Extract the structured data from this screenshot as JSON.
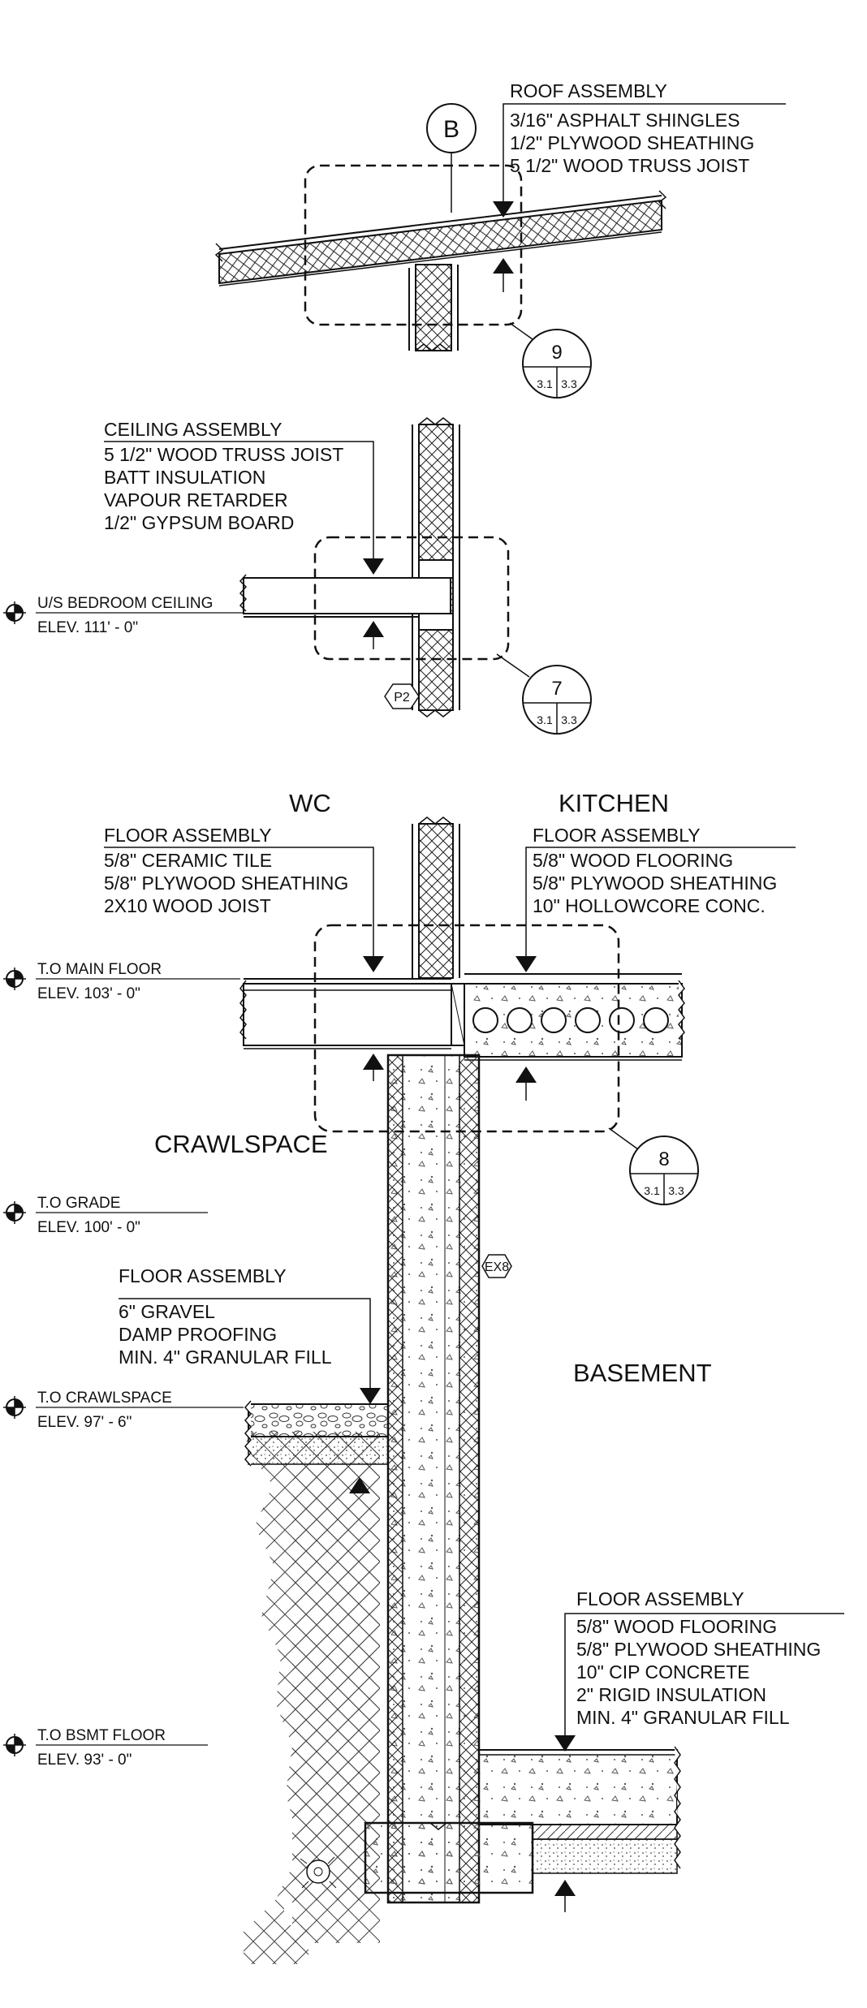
{
  "roof": {
    "section_marker": "B",
    "title": "ROOF ASSEMBLY",
    "lines": [
      "3/16\" ASPHALT SHINGLES",
      "1/2\" PLYWOOD SHEATHING",
      "5 1/2\" WOOD TRUSS JOIST"
    ],
    "callout": {
      "number": "9",
      "sheet_a": "3.1",
      "sheet_b": "3.3"
    }
  },
  "ceiling": {
    "title": "CEILING ASSEMBLY",
    "lines": [
      "5 1/2\" WOOD TRUSS JOIST",
      "BATT INSULATION",
      "VAPOUR RETARDER",
      "1/2\" GYPSUM BOARD"
    ],
    "level_name": "U/S BEDROOM CEILING",
    "level_elev": "ELEV. 111' - 0\"",
    "partition_tag": "P2",
    "callout": {
      "number": "7",
      "sheet_a": "3.1",
      "sheet_b": "3.3"
    }
  },
  "main_floor": {
    "room_left": "WC",
    "room_right": "KITCHEN",
    "left": {
      "title": "FLOOR ASSEMBLY",
      "lines": [
        "5/8\" CERAMIC TILE",
        "5/8\" PLYWOOD SHEATHING",
        "2X10 WOOD JOIST"
      ]
    },
    "right": {
      "title": "FLOOR ASSEMBLY",
      "lines": [
        "5/8\" WOOD FLOORING",
        "5/8\" PLYWOOD SHEATHING",
        "10\" HOLLOWCORE CONC."
      ]
    },
    "level_name": "T.O MAIN FLOOR",
    "level_elev": "ELEV. 103' - 0\"",
    "callout": {
      "number": "8",
      "sheet_a": "3.1",
      "sheet_b": "3.3"
    }
  },
  "crawlspace": {
    "room": "CRAWLSPACE",
    "grade_name": "T.O GRADE",
    "grade_elev": "ELEV. 100' - 0\"",
    "wall_tag": "EX8",
    "floor": {
      "title": "FLOOR ASSEMBLY",
      "lines": [
        "6\" GRAVEL",
        "DAMP PROOFING",
        "MIN. 4\" GRANULAR FILL"
      ]
    },
    "level_name": "T.O CRAWLSPACE",
    "level_elev": "ELEV. 97' - 6\""
  },
  "basement": {
    "room": "BASEMENT",
    "floor": {
      "title": "FLOOR ASSEMBLY",
      "lines": [
        "5/8\" WOOD FLOORING",
        "5/8\" PLYWOOD SHEATHING",
        "10\" CIP CONCRETE",
        "2\" RIGID INSULATION",
        "MIN. 4\" GRANULAR FILL"
      ]
    },
    "level_name": "T.O BSMT FLOOR",
    "level_elev": "ELEV. 93' - 0\""
  }
}
